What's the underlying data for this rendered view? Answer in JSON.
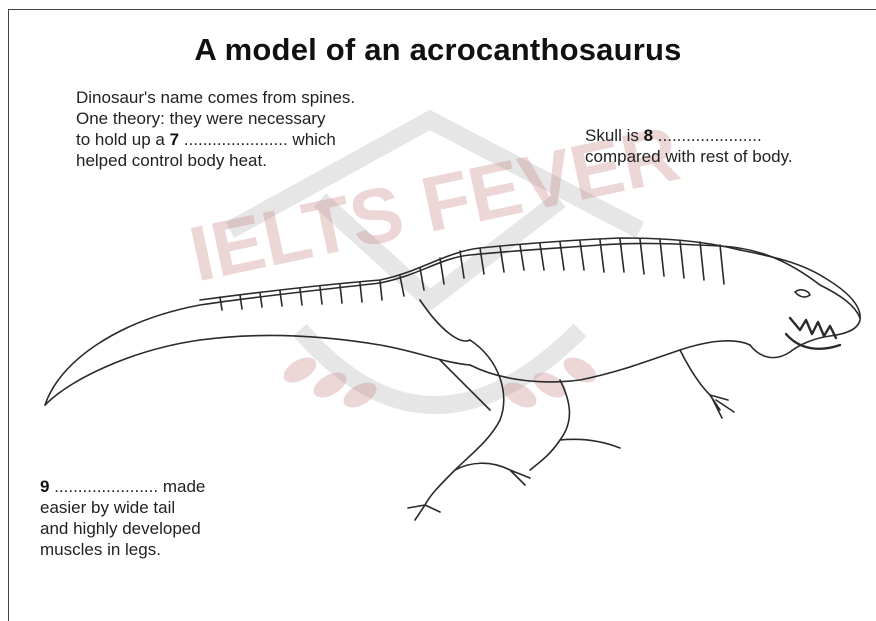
{
  "title": "A model of an acrocanthosaurus",
  "watermark_text": "IELTS FEVER",
  "notes": {
    "spines": {
      "line1": "Dinosaur's name comes from spines.",
      "line2": "One theory: they were necessary",
      "line3_pre": "to hold up a ",
      "line3_num": "7",
      "line3_blank": " ......................",
      "line3_post": " which",
      "line4": "helped control body heat."
    },
    "skull": {
      "line1_pre": "Skull is ",
      "line1_num": "8",
      "line1_blank": " ......................",
      "line2": "compared with rest of body."
    },
    "legs": {
      "line1_num": "9",
      "line1_blank": " ......................",
      "line1_post": " made",
      "line2": "easier by wide tail",
      "line3": "and highly developed",
      "line4": "muscles in legs."
    }
  },
  "colors": {
    "watermark": "#c98c8c",
    "watermark_grey": "#b8b8b8",
    "line_art": "#2a2a2a"
  }
}
